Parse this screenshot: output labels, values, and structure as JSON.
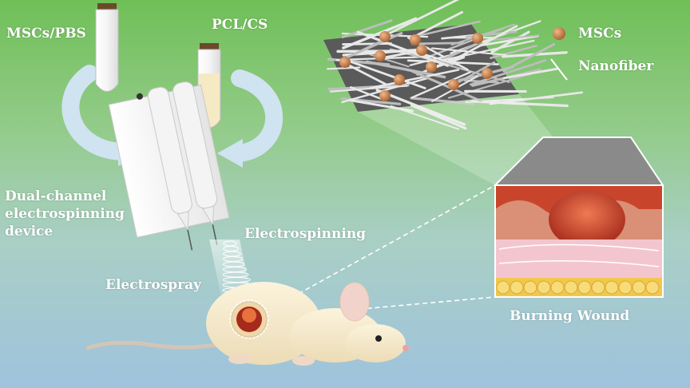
{
  "labels": {
    "msc_pbs": "MSCs/PBS",
    "pcl_cs": "PCL/CS",
    "device_line1": "Dual-channel",
    "device_line2": "electrospinning",
    "device_line3": "device",
    "electrospinning": "Electrospinning",
    "electrospray": "Electrospray",
    "burning_wound": "Burning Wound"
  },
  "legend": {
    "msc": "MSCs",
    "nanofiber": "Nanofiber"
  },
  "colors": {
    "background_top": "#6fbf57",
    "background_bottom": "#9fc3dd",
    "cell": "#c98452",
    "wound": "#b6301f",
    "fat": "#f1c84c",
    "dermis": "#f3c6cf",
    "arrow": "#cfe3f0"
  }
}
